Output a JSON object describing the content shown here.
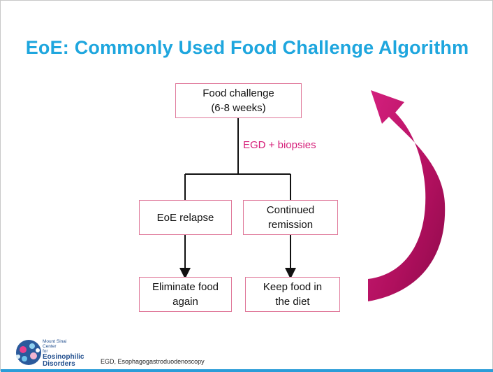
{
  "title": "EoE: Commonly Used Food Challenge Algorithm",
  "colors": {
    "title": "#1ea6de",
    "box_border": "#e07a9b",
    "edge_label": "#d6207a",
    "arrow_magenta": "#c0166d",
    "connector": "#111111"
  },
  "nodes": {
    "food_challenge": {
      "line1": "Food challenge",
      "line2": "(6-8 weeks)"
    },
    "eoe_relapse": {
      "line1": "EoE relapse"
    },
    "continued_remission": {
      "line1": "Continued",
      "line2": "remission"
    },
    "eliminate_food": {
      "line1": "Eliminate food",
      "line2": "again"
    },
    "keep_food": {
      "line1": "Keep food in",
      "line2": "the diet"
    }
  },
  "edge_label": "EGD + biopsies",
  "logo": {
    "icon": "mount-sinai-logo-icon",
    "line1": "Mount Sinai",
    "line2": "Center",
    "line3": "for",
    "line4": "Eosinophilic",
    "line5": "Disorders"
  },
  "footnote": "EGD, Esophagogastroduodenoscopy"
}
